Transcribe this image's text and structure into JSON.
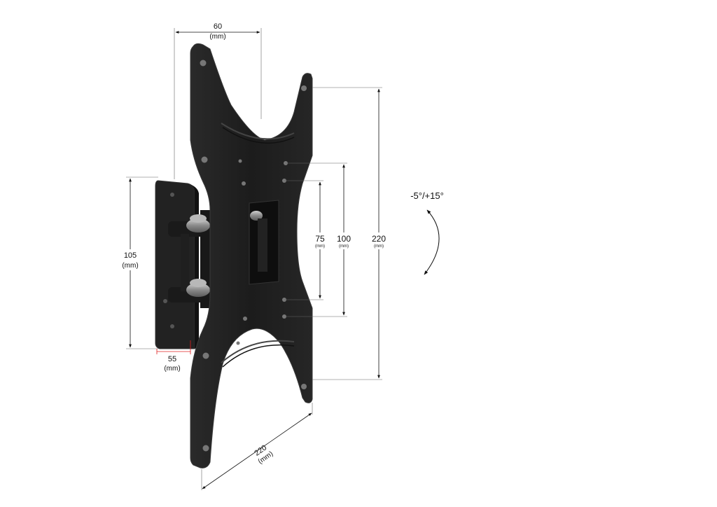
{
  "dimensions": {
    "top_offset": {
      "value": "60",
      "unit": "(mm)"
    },
    "wall_plate_height": {
      "value": "105",
      "unit": "(mm)"
    },
    "wall_plate_width": {
      "value": "55",
      "unit": "(mm)"
    },
    "vesa_75": {
      "value": "75",
      "unit": "(mm)"
    },
    "vesa_100": {
      "value": "100",
      "unit": "(mm)"
    },
    "plate_height": {
      "value": "220",
      "unit": "(mm)"
    },
    "plate_width": {
      "value": "220",
      "unit": "(mm)"
    }
  },
  "tilt": {
    "label": "-5°/+15°"
  },
  "colors": {
    "bracket": "#1f1f1f",
    "bracket_edge": "#3a3a3a",
    "bolt": "#9a9a9a",
    "dimension_line": "#111111",
    "accent_red": "#e02020"
  }
}
